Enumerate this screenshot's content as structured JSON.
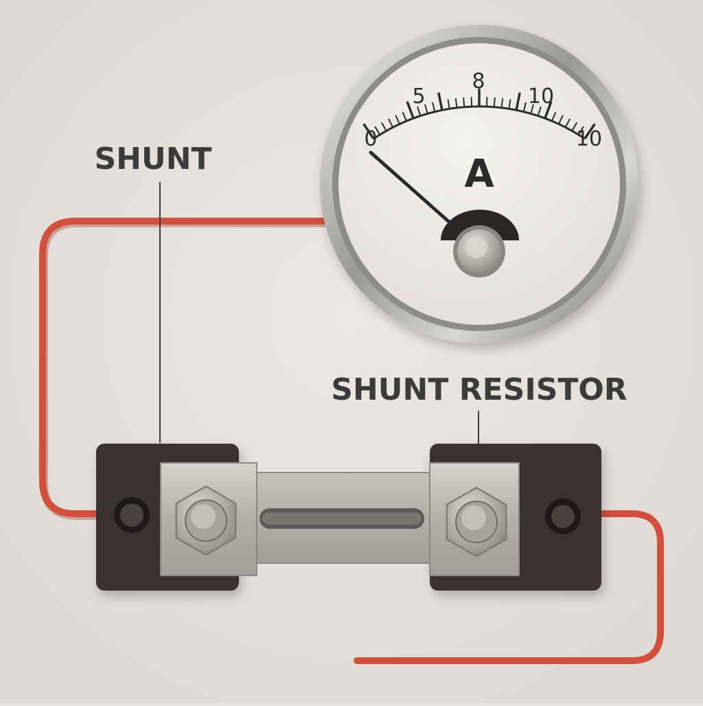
{
  "labels": {
    "shunt": "SHUNT",
    "shunt_resistor": "SHUNT RESISTOR"
  },
  "meter": {
    "unit": "A",
    "scale_labels": [
      "0",
      "5",
      "8",
      "10",
      "10"
    ],
    "needle_value": 0
  },
  "colors": {
    "background": "#e6e3df",
    "wire": "#d2503b",
    "label_text": "#3b3b3b",
    "terminal_block": "#3a3230",
    "metal": "#bfbbb4"
  }
}
